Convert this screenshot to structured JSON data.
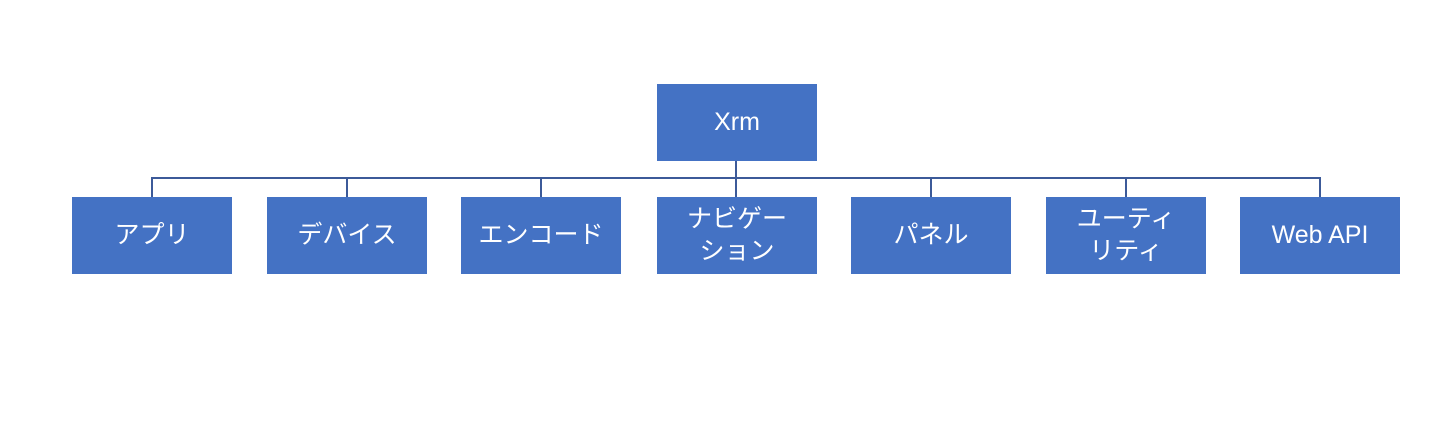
{
  "diagram": {
    "type": "org-chart-hierarchy",
    "root": {
      "label": "Xrm"
    },
    "children": [
      {
        "label": "アプリ"
      },
      {
        "label": "デバイス"
      },
      {
        "label": "エンコード"
      },
      {
        "label": "ナビゲー\nション"
      },
      {
        "label": "パネル"
      },
      {
        "label": "ユーティ\nリティ"
      },
      {
        "label": "Web API"
      }
    ],
    "colors": {
      "node_fill": "#4472C4",
      "node_text": "#FFFFFF",
      "connector": "#3C5A99",
      "background": "#FFFFFF"
    }
  }
}
